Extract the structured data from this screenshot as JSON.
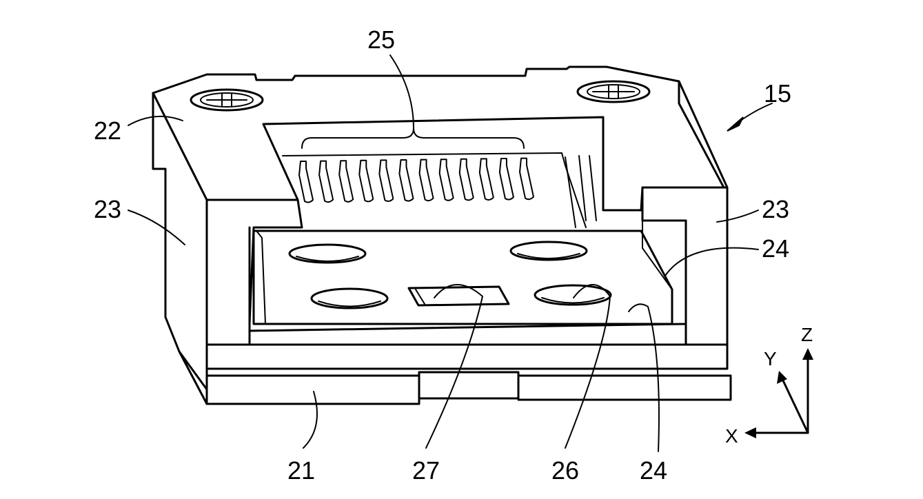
{
  "labels": {
    "l15": "15",
    "l21": "21",
    "l22": "22",
    "l23_left": "23",
    "l23_right": "23",
    "l24_upper": "24",
    "l24_lower": "24",
    "l25": "25",
    "l26": "26",
    "l27": "27"
  },
  "axes": {
    "x": "X",
    "y": "Y",
    "z": "Z"
  }
}
